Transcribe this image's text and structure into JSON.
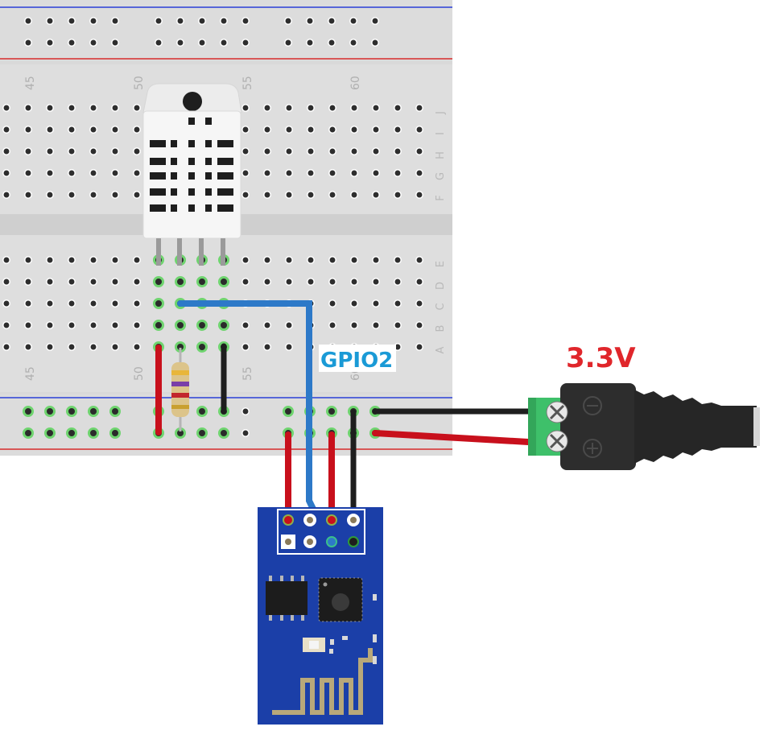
{
  "breadboard": {
    "column_numbers": [
      "45",
      "50",
      "55",
      "60"
    ],
    "top_rows": [
      "J",
      "I",
      "H",
      "G",
      "F"
    ],
    "bottom_rows": [
      "E",
      "D",
      "C",
      "B",
      "A"
    ]
  },
  "labels": {
    "gpio": "GPIO2",
    "voltage": "3.3V"
  },
  "components": {
    "sensor": "dht22-sensor",
    "resistor": "pull-up-resistor",
    "module": "esp-01-wifi-module",
    "power": "dc-barrel-jack-adapter"
  },
  "colors": {
    "wire_red": "#c8101c",
    "wire_black": "#1e1e1e",
    "wire_blue": "#2d79c8",
    "label_gpio": "#1a9ad6",
    "label_voltage": "#e0262b",
    "module_pcb": "#1b3fa8",
    "terminal_green": "#3ec06a"
  }
}
